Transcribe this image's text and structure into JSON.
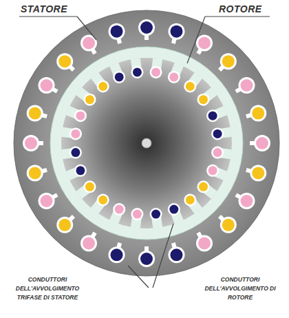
{
  "diagram": {
    "labels": [
      "STATORE",
      "ROTORE",
      "CONDUTTORI DELL'AVVOLGIMENTO TRIFASE DI STATORE",
      "CONDUTTORI DELL'AVVOLGIMENTO DI ROTORE"
    ]
  }
}
